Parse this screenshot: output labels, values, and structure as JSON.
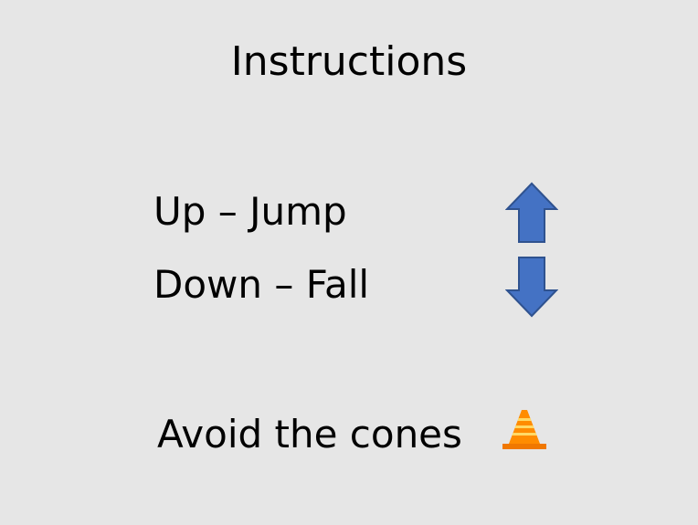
{
  "screen": {
    "title": "Instructions",
    "controls": [
      {
        "label": "Up – Jump",
        "icon": "arrow-up-icon"
      },
      {
        "label": "Down – Fall",
        "icon": "arrow-down-icon"
      }
    ],
    "hint": {
      "label": "Avoid the cones",
      "icon": "traffic-cone-icon"
    }
  },
  "colors": {
    "background": "#e6e6e6",
    "arrow_fill": "#4472c4",
    "arrow_stroke": "#2f528f",
    "cone_orange": "#ff8c00",
    "cone_stripe": "#ffd966"
  }
}
